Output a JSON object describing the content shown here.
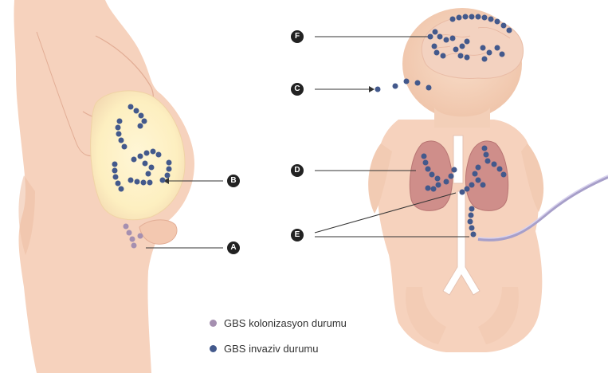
{
  "markers": {
    "A": "A",
    "B": "B",
    "C": "C",
    "D": "D",
    "E": "E",
    "F": "F"
  },
  "legend": {
    "colonization": "GBS kolonizasyon durumu",
    "invasive": "GBS invaziv durumu"
  },
  "colors": {
    "skin": "#f6d2bd",
    "skin_shadow": "#efbfa5",
    "uterus_glow": "#fdefc0",
    "lung": "#cf8e8a",
    "invasive_dot": "#43598c",
    "colonization_dot": "#a58fb0",
    "marker": "#222222",
    "catheter": "#a79fc9"
  },
  "icons": {
    "colonization": "light-purple-dot-icon",
    "invasive": "dark-blue-dot-icon"
  }
}
